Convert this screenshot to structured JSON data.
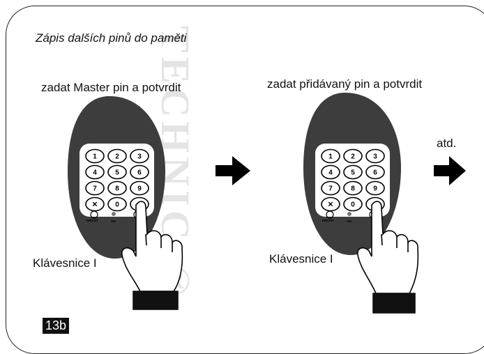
{
  "heading": "Zápis dalších pinů do paměti",
  "steps": [
    {
      "caption": "zadat Master pin a potvrdit",
      "keypad_label": "Klávesnice I"
    },
    {
      "caption": "zadat přidávaný pin a potvrdit",
      "keypad_label": "Klávesnice I"
    }
  ],
  "continuation": "atd.",
  "figure_number": "13b",
  "keypad": {
    "keys": [
      "1",
      "2",
      "3",
      "4",
      "5",
      "6",
      "7",
      "8",
      "9",
      "✕",
      "0",
      "✓"
    ],
    "indicator_labels": [
      "ERROR",
      "ON",
      "OK"
    ]
  },
  "watermark": "TECHNIC ®",
  "colors": {
    "keypad_body": "#3d3d3d",
    "key_panel": "#ffffff",
    "arrow": "#000000",
    "badge": "#111111"
  }
}
